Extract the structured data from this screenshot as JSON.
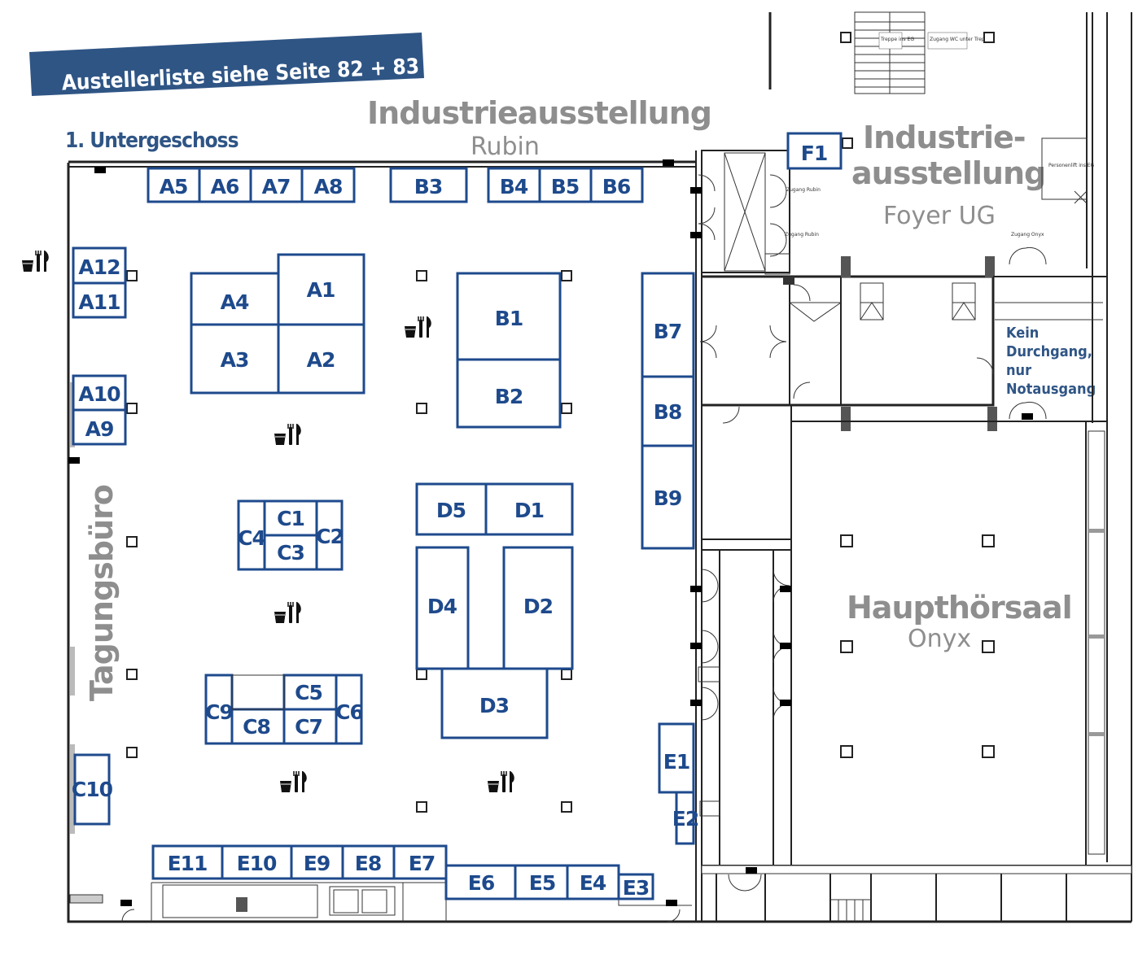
{
  "banner": {
    "text": "Austellerliste siehe Seite 82 + 83",
    "color": "#2f5585"
  },
  "floor_label": "1. Untergeschoss",
  "areas": {
    "rubin_title": "Industrieausstellung",
    "rubin_sub": "Rubin",
    "foyer_title_1": "Industrie-",
    "foyer_title_2": "ausstellung",
    "foyer_sub": "Foyer UG",
    "onyx_title": "Haupthörsaal",
    "onyx_sub": "Onyx",
    "office": "Tagungsbüro"
  },
  "notes": {
    "no_passage_1": "Kein",
    "no_passage_2": "Durchgang,",
    "no_passage_3": "nur",
    "no_passage_4": "Notausgang"
  },
  "small_labels": {
    "stairs": "Treppe ins EG",
    "wc": "Zugang WC unter Treppe",
    "lift": "Personenlift ins EG",
    "rubin_access_1": "Zugang Rubin",
    "rubin_access_2": "Zugang Rubin",
    "onyx_access": "Zugang Onyx"
  },
  "booth_color": "#1e4a8c",
  "booths": [
    {
      "id": "A5",
      "label": "A5"
    },
    {
      "id": "A6",
      "label": "A6"
    },
    {
      "id": "A7",
      "label": "A7"
    },
    {
      "id": "A8",
      "label": "A8"
    },
    {
      "id": "B3",
      "label": "B3"
    },
    {
      "id": "B4",
      "label": "B4"
    },
    {
      "id": "B5",
      "label": "B5"
    },
    {
      "id": "B6",
      "label": "B6"
    },
    {
      "id": "F1",
      "label": "F1"
    },
    {
      "id": "A12",
      "label": "A12"
    },
    {
      "id": "A11",
      "label": "A11"
    },
    {
      "id": "A10",
      "label": "A10"
    },
    {
      "id": "A9",
      "label": "A9"
    },
    {
      "id": "A4",
      "label": "A4"
    },
    {
      "id": "A1",
      "label": "A1"
    },
    {
      "id": "A3",
      "label": "A3"
    },
    {
      "id": "A2",
      "label": "A2"
    },
    {
      "id": "B1",
      "label": "B1"
    },
    {
      "id": "B2",
      "label": "B2"
    },
    {
      "id": "B7",
      "label": "B7"
    },
    {
      "id": "B8",
      "label": "B8"
    },
    {
      "id": "B9",
      "label": "B9"
    },
    {
      "id": "C4",
      "label": "C4"
    },
    {
      "id": "C1",
      "label": "C1"
    },
    {
      "id": "C3",
      "label": "C3"
    },
    {
      "id": "C2",
      "label": "C2"
    },
    {
      "id": "D5",
      "label": "D5"
    },
    {
      "id": "D1",
      "label": "D1"
    },
    {
      "id": "D4",
      "label": "D4"
    },
    {
      "id": "D2",
      "label": "D2"
    },
    {
      "id": "D3",
      "label": "D3"
    },
    {
      "id": "C9",
      "label": "C9"
    },
    {
      "id": "C5",
      "label": "C5"
    },
    {
      "id": "C8",
      "label": "C8"
    },
    {
      "id": "C7",
      "label": "C7"
    },
    {
      "id": "C6",
      "label": "C6"
    },
    {
      "id": "C10",
      "label": "C10"
    },
    {
      "id": "E1",
      "label": "E1"
    },
    {
      "id": "E2",
      "label": "E2"
    },
    {
      "id": "E11",
      "label": "E11"
    },
    {
      "id": "E10",
      "label": "E10"
    },
    {
      "id": "E9",
      "label": "E9"
    },
    {
      "id": "E8",
      "label": "E8"
    },
    {
      "id": "E7",
      "label": "E7"
    },
    {
      "id": "E6",
      "label": "E6"
    },
    {
      "id": "E5",
      "label": "E5"
    },
    {
      "id": "E4",
      "label": "E4"
    },
    {
      "id": "E3",
      "label": "E3"
    }
  ],
  "icons": {
    "catering": "catering-icon",
    "exit": "emergency-exit-icon",
    "pillar": "pillar-marker"
  }
}
